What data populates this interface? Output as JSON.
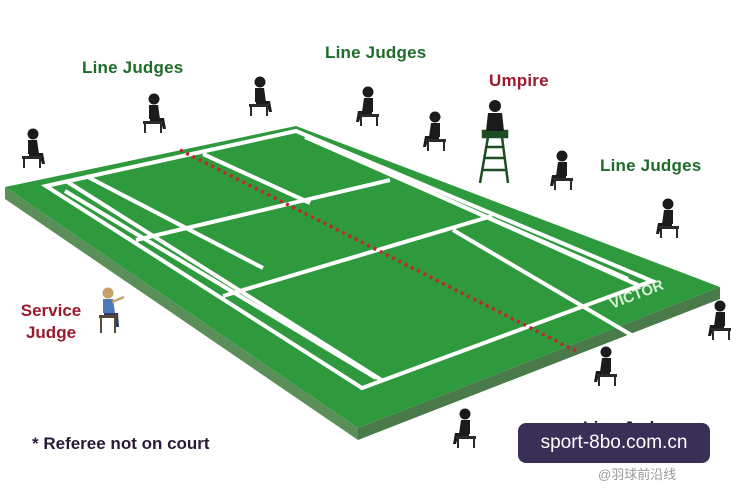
{
  "labels": {
    "line_judges_top_left": "Line Judges",
    "line_judges_top_center": "Line Judges",
    "umpire": "Umpire",
    "line_judges_right": "Line Judges",
    "service_judge_line1": "Service",
    "service_judge_line2": "Judge",
    "line_judges_bottom": "Line Judges",
    "referee_note": "* Referee not on court"
  },
  "court_brand": "VICTOR",
  "watermark": {
    "site_badge": "sport-8bo.com.cn",
    "bottom_text": "@羽球前沿线"
  },
  "colors": {
    "court_green": "#2e9a3d",
    "court_side": "#5b8f5a",
    "court_lines": "#ffffff",
    "net_dots": "#c0272d",
    "label_green": "#1f6b2a",
    "label_red": "#9a1b2e",
    "badge_bg": "#3a2f57"
  }
}
